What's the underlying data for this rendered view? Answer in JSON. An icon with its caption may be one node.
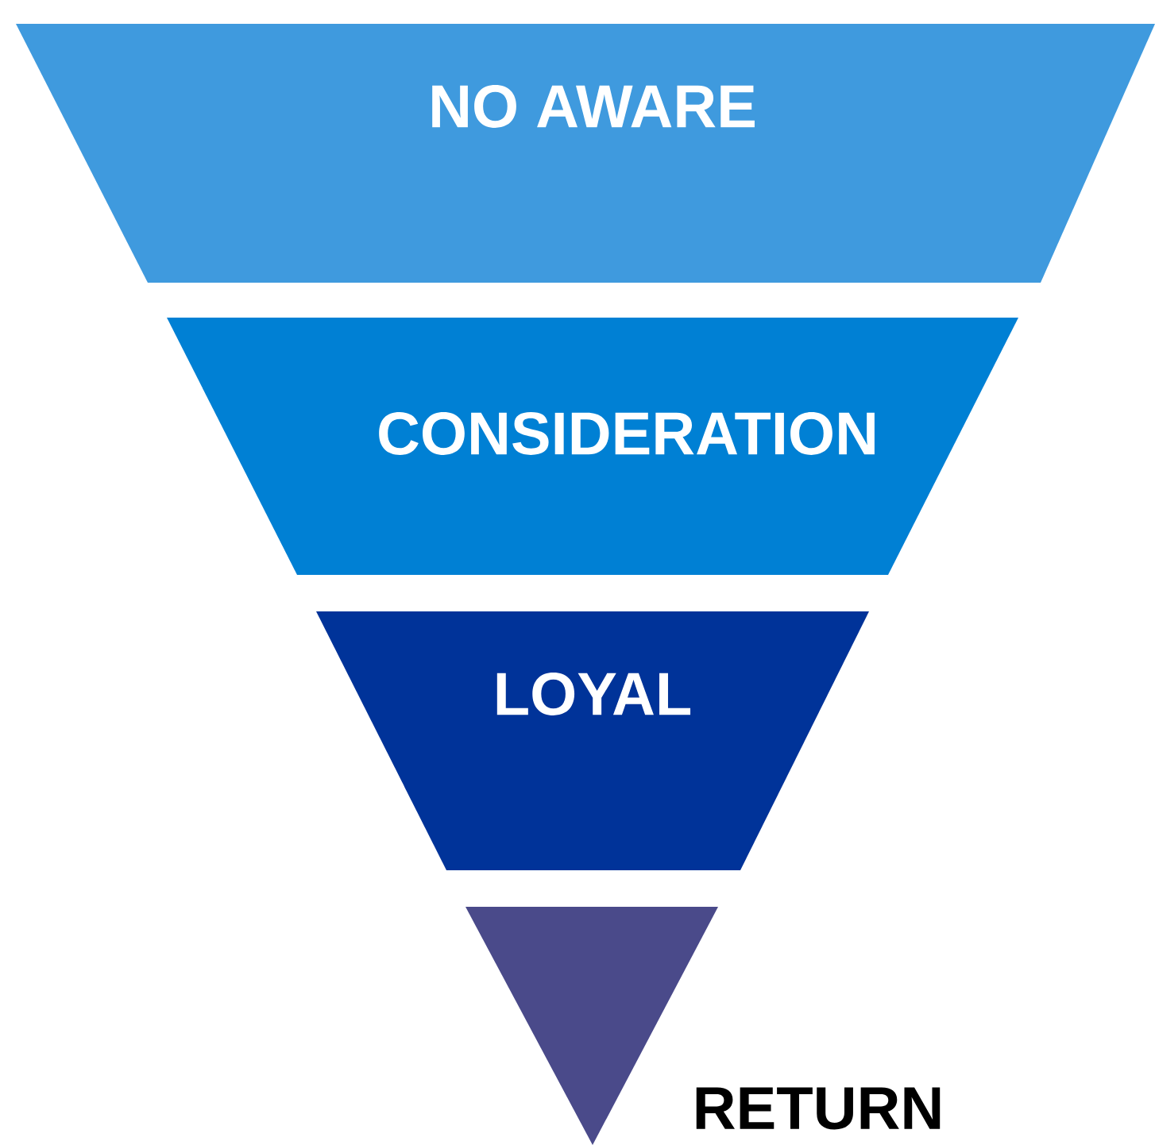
{
  "diagram": {
    "nodes": [
      {
        "text": [
          "NO AWARE"
        ]
      },
      {
        "text": [
          "CONSIDERATION"
        ]
      },
      {
        "text": [
          "LOYAL"
        ]
      },
      {
        "text": [
          "RETURN"
        ]
      }
    ]
  }
}
